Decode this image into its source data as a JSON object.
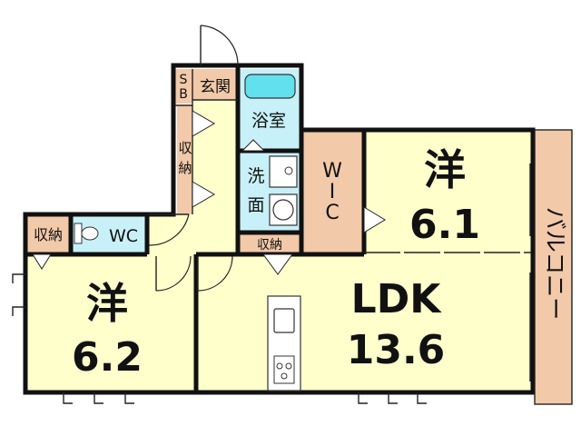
{
  "colors": {
    "wall": "#111111",
    "yellow_floor": "#ffffcc",
    "blue_floor": "#c8f0f8",
    "brown_floor": "#f2c9a9",
    "balcony": "#f2c9a9",
    "tub_fill": "#62e0ee",
    "door_icon": "#ffffff"
  },
  "rooms": {
    "bedroom_east": {
      "type": "洋",
      "size": "6.1"
    },
    "bedroom_west": {
      "type": "洋",
      "size": "6.2"
    },
    "ldk": {
      "type": "LDK",
      "size": "13.6"
    },
    "wic": {
      "line1": "W",
      "line2": "I",
      "line3": "C"
    },
    "bath": "浴室",
    "washroom": {
      "line1": "洗",
      "line2": "面"
    },
    "toilet": "WC",
    "entrance": "玄関",
    "shoe_box": {
      "line1": "S",
      "line2": "B"
    },
    "storage_hall": {
      "line1": "収",
      "line2": "納"
    },
    "storage_west": "収納",
    "storage_center": "収納",
    "balcony": "バルコニー"
  }
}
